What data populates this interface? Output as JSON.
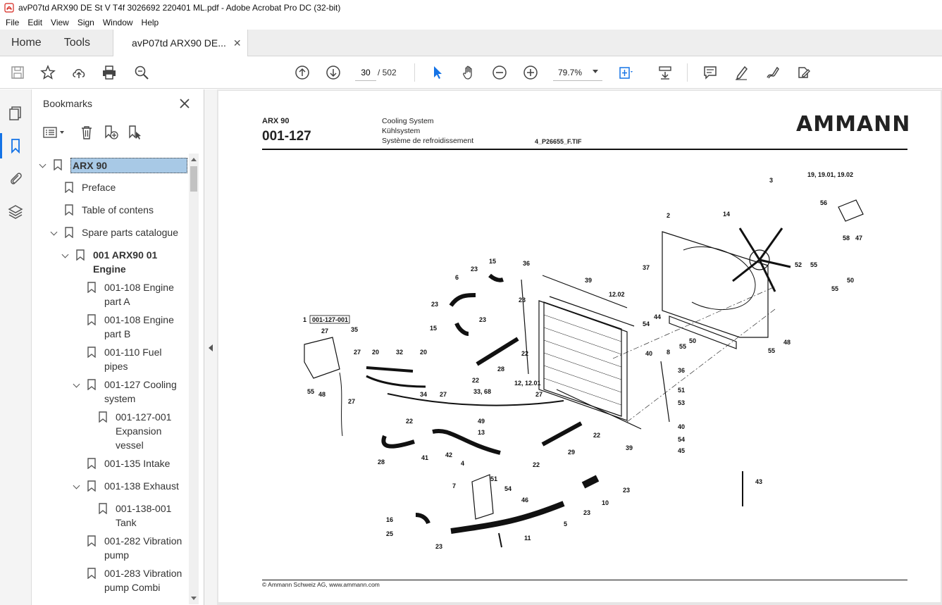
{
  "window": {
    "title": "avP07td ARX90 DE St V T4f 3026692 220401 ML.pdf - Adobe Acrobat Pro DC (32-bit)"
  },
  "menu": [
    "File",
    "Edit",
    "View",
    "Sign",
    "Window",
    "Help"
  ],
  "tabs": {
    "home": "Home",
    "tools": "Tools",
    "document": "avP07td ARX90 DE..."
  },
  "toolbar": {
    "page_current": "30",
    "page_total": "/ 502",
    "zoom": "79.7%"
  },
  "bookmarks": {
    "title": "Bookmarks",
    "items": [
      {
        "label": "ARX 90"
      },
      {
        "label": "Preface"
      },
      {
        "label": "Table of contens"
      },
      {
        "label": "Spare parts catalogue"
      },
      {
        "label": "001 ARX90 01 Engine"
      },
      {
        "label": "001-108 Engine part A"
      },
      {
        "label": "001-108 Engine part B"
      },
      {
        "label": "001-110 Fuel pipes"
      },
      {
        "label": "001-127 Cooling system"
      },
      {
        "label": "001-127-001 Expansion vessel"
      },
      {
        "label": "001-135 Intake"
      },
      {
        "label": "001-138 Exhaust"
      },
      {
        "label": "001-138-001 Tank"
      },
      {
        "label": "001-282 Vibration pump"
      },
      {
        "label": "001-283 Vibration pump Combi"
      }
    ]
  },
  "page": {
    "model": "ARX 90",
    "code": "001-127",
    "title_en": "Cooling System",
    "title_de": "Kühlsystem",
    "title_fr": "Système de refroidissement",
    "file": "4_P26655_F.TIF",
    "brand": "AMMANN",
    "footer": "© Ammann Schweiz AG, www.ammann.com",
    "callout_ref": "001-127-001",
    "labels": {
      "l1": "1",
      "l2": "2",
      "l3": "3",
      "l4": "4",
      "l5": "5",
      "l6": "6",
      "l7": "7",
      "l8": "8",
      "l10": "10",
      "l11": "11",
      "l12": "12, 12.01",
      "l1202": "12.02",
      "l13": "13",
      "l14": "14",
      "l15a": "15",
      "l15b": "15",
      "l16": "16",
      "l19": "19, 19.01, 19.02",
      "l20a": "20",
      "l20b": "20",
      "l22a": "22",
      "l22b": "22",
      "l22c": "22",
      "l22d": "22",
      "l22e": "22",
      "l23a": "23",
      "l23b": "23",
      "l23c": "23",
      "l23d": "23",
      "l23e": "23",
      "l23f": "23",
      "l23g": "23",
      "l25": "25",
      "l27a": "27",
      "l27b": "27",
      "l27c": "27",
      "l27d": "27",
      "l27e": "27",
      "l28a": "28",
      "l28b": "28",
      "l29": "29",
      "l32": "32",
      "l3368": "33, 68",
      "l34": "34",
      "l35": "35",
      "l36a": "36",
      "l36b": "36",
      "l37": "37",
      "l39a": "39",
      "l39b": "39",
      "l40a": "40",
      "l40b": "40",
      "l41": "41",
      "l42": "42",
      "l43": "43",
      "l44": "44",
      "l45": "45",
      "l46": "46",
      "l47": "47",
      "l48a": "48",
      "l48b": "48",
      "l49": "49",
      "l50a": "50",
      "l50b": "50",
      "l51a": "51",
      "l51b": "51",
      "l52": "52",
      "l53": "53",
      "l54a": "54",
      "l54b": "54",
      "l54c": "54",
      "l55a": "55",
      "l55b": "55",
      "l55c": "55",
      "l55d": "55",
      "l55e": "55",
      "l56": "56",
      "l58": "58"
    }
  }
}
